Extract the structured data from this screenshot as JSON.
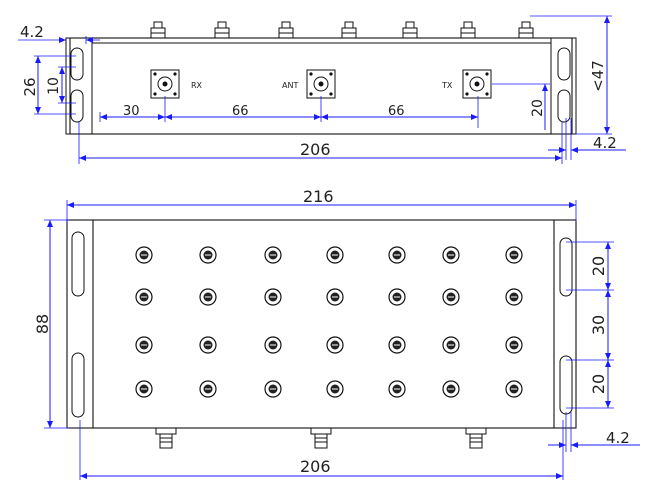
{
  "top_view": {
    "port_labels": {
      "rx": "RX",
      "ant": "ANT",
      "tx": "TX"
    },
    "dims": {
      "flange_offset_left": "4.2",
      "slot_height": "26",
      "slot_width": "10",
      "rx_offset": "30",
      "rx_to_ant": "66",
      "ant_to_tx": "66",
      "port_height": "20",
      "total_height": "<47",
      "flange_offset_right": "4.2",
      "overall_length": "206"
    }
  },
  "bottom_view": {
    "dims": {
      "overall_width": "216",
      "overall_height": "88",
      "hole_pitch_top": "20",
      "hole_pitch_middle": "30",
      "hole_pitch_bottom": "20",
      "flange_offset_right": "4.2",
      "body_length": "206"
    },
    "screw_grid": {
      "rows": 4,
      "columns": 7
    },
    "connectors": 3
  }
}
